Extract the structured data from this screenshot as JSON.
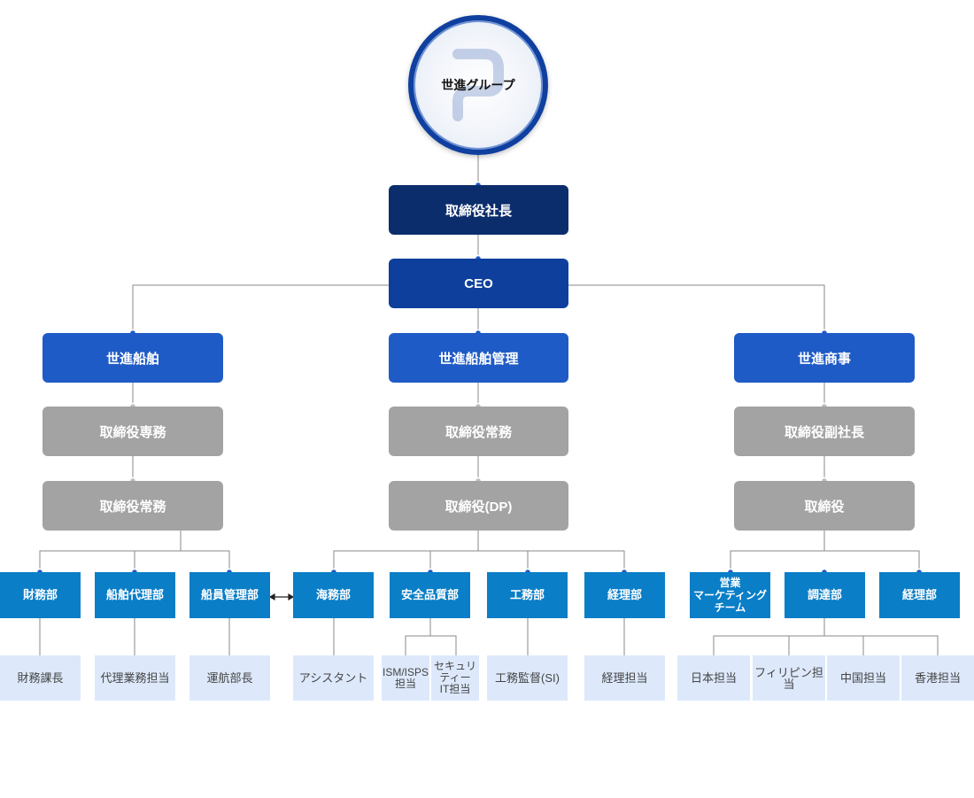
{
  "group": {
    "name": "世進グループ"
  },
  "top": {
    "president": "取締役社長",
    "ceo": "CEO"
  },
  "divisions": {
    "shipping": {
      "name": "世進船舶",
      "exec1": "取締役専務",
      "exec2": "取締役常務",
      "depts": [
        {
          "name": "財務部",
          "sub": "財務課長"
        },
        {
          "name": "船舶代理部",
          "sub": "代理業務担当"
        },
        {
          "name": "船員管理部",
          "sub": "運航部長"
        }
      ]
    },
    "management": {
      "name": "世進船舶管理",
      "exec1": "取締役常務",
      "exec2": "取締役(DP)",
      "depts": [
        {
          "name": "海務部",
          "sub": "アシスタント"
        },
        {
          "name": "安全品質部",
          "subs": [
            "ISM/ISPS\n担当",
            "セキュリ\nティー\nIT担当"
          ]
        },
        {
          "name": "工務部",
          "sub": "工務監督(SI)"
        },
        {
          "name": "経理部",
          "sub": "経理担当"
        }
      ]
    },
    "trading": {
      "name": "世進商事",
      "exec1": "取締役副社長",
      "exec2": "取締役",
      "depts": [
        {
          "name": "営業\nマーケティング\nチーム"
        },
        {
          "name": "調達部",
          "subs": [
            "日本担当",
            "フィリピン担当",
            "中国担当",
            "香港担当"
          ]
        },
        {
          "name": "経理部"
        }
      ]
    }
  },
  "colors": {
    "navy": "#0c2d6b",
    "ceo": "#0e3f9c",
    "division": "#1f5bc6",
    "exec": "#a3a3a3",
    "dept": "#0a7ec7",
    "sub": "#dde9fb",
    "line": "#8a8a8a"
  }
}
